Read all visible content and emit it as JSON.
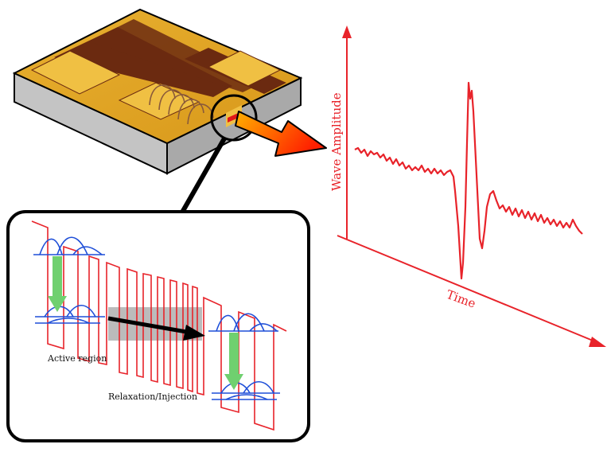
{
  "labels": {
    "wave_amplitude": "Wave Amplitude",
    "time": "Time",
    "active_region": "Active region",
    "relaxation_injection": "Relaxation/Injection"
  },
  "colors": {
    "chip_gold": "#e1a622",
    "chip_trace": "#6b2a10",
    "chip_side": "#b7b7b7",
    "waveform_red": "#e8232a",
    "band_red": "#e8232a",
    "wavefunction_blue": "#1f4fd8",
    "transition_green": "#6fd06f",
    "arrow_gradient_start": "#ffb000",
    "arrow_gradient_end": "#ff2000"
  }
}
